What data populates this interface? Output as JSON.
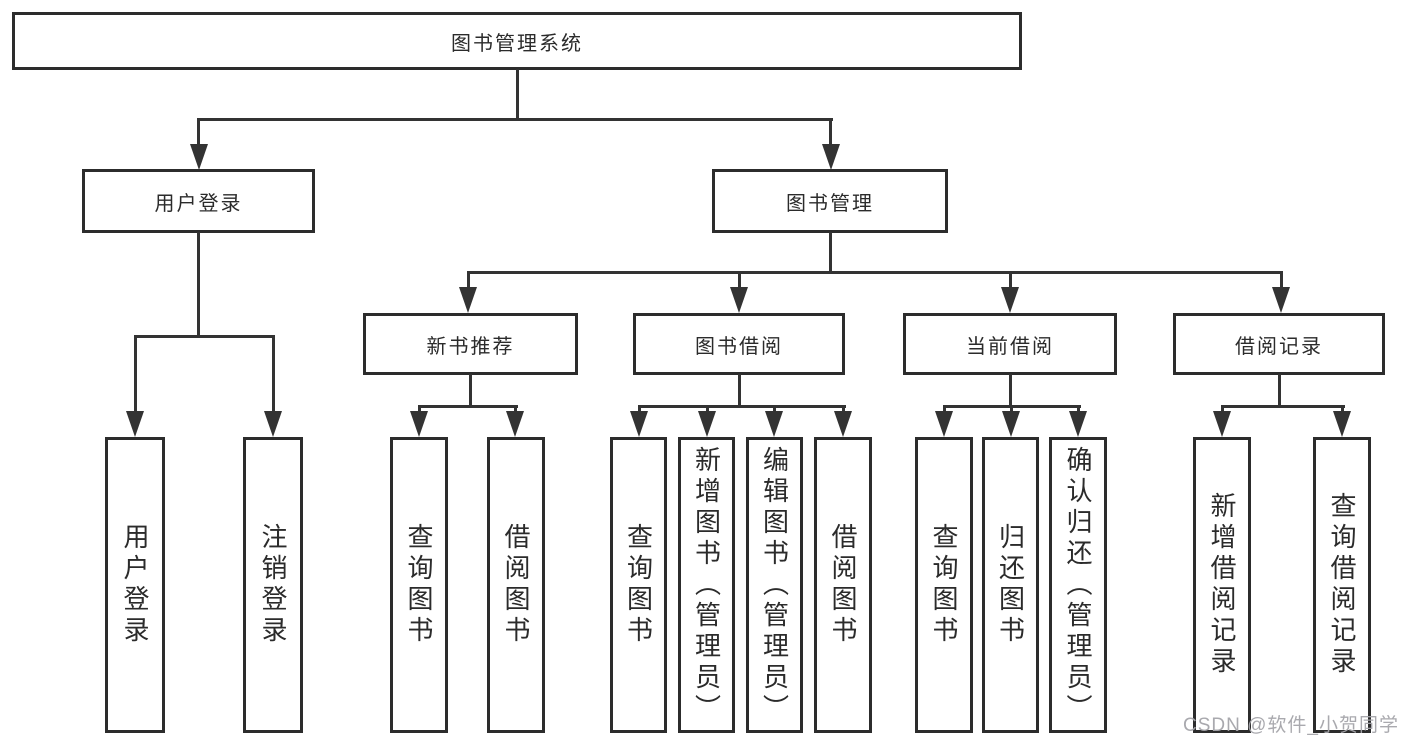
{
  "root": {
    "label": "图书管理系统"
  },
  "user_login": {
    "label": "用户登录",
    "children": [
      {
        "label": "用户登录"
      },
      {
        "label": "注销登录"
      }
    ]
  },
  "book_mgmt": {
    "label": "图书管理"
  },
  "groups": [
    {
      "label": "新书推荐",
      "children": [
        {
          "label": "查询图书"
        },
        {
          "label": "借阅图书"
        }
      ]
    },
    {
      "label": "图书借阅",
      "children": [
        {
          "label": "查询图书"
        },
        {
          "label": "新增图书（管理员）"
        },
        {
          "label": "编辑图书（管理员）"
        },
        {
          "label": "借阅图书"
        }
      ]
    },
    {
      "label": "当前借阅",
      "children": [
        {
          "label": "查询图书"
        },
        {
          "label": "归还图书"
        },
        {
          "label": "确认归还（管理员）"
        }
      ]
    },
    {
      "label": "借阅记录",
      "children": [
        {
          "label": "新增借阅记录"
        },
        {
          "label": "查询借阅记录"
        }
      ]
    }
  ],
  "watermark": "CSDN @软件_小贺同学",
  "colors": {
    "line": "#333333",
    "border": "#2c2c2c",
    "watermark": "#a4a4aa"
  }
}
